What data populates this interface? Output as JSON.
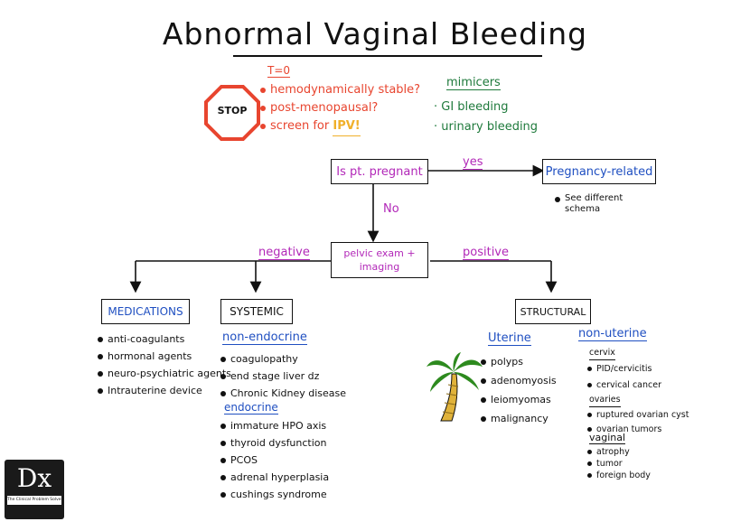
{
  "title": "Abnormal Vaginal Bleeding",
  "stop": {
    "sign_label": "STOP",
    "heading": "T=0",
    "items": [
      "hemodynamically stable?",
      "post-menopausal?",
      "screen for "
    ],
    "ipv": "IPV!"
  },
  "mimicers": {
    "heading": "mimicers",
    "items": [
      "GI bleeding",
      "urinary bleeding"
    ]
  },
  "flow": {
    "pregnant_q": "Is pt. pregnant",
    "yes_label": "yes",
    "no_label": "No",
    "pregnancy_related": "Pregnancy-related",
    "pregnancy_note": "See different schema",
    "pelvic_exam": "pelvic exam + imaging",
    "negative_label": "negative",
    "positive_label": "positive"
  },
  "medications": {
    "heading": "MEDICATIONS",
    "items": [
      "anti-coagulants",
      "hormonal agents",
      "neuro-psychiatric agents",
      "Intrauterine device"
    ]
  },
  "systemic": {
    "heading": "SYSTEMIC",
    "non_endocrine_heading": "non-endocrine",
    "non_endocrine_items": [
      "coagulopathy",
      "end stage liver dz",
      "Chronic Kidney disease"
    ],
    "endocrine_heading": "endocrine",
    "endocrine_items": [
      "immature HPO axis",
      "thyroid dysfunction",
      "PCOS",
      "adrenal hyperplasia",
      "cushings syndrome"
    ]
  },
  "structural": {
    "heading": "STRUCTURAL",
    "uterine_heading": "Uterine",
    "uterine_items": [
      "polyps",
      "adenomyosis",
      "leiomyomas",
      "malignancy"
    ],
    "non_uterine_heading": "non-uterine",
    "cervix_heading": "cervix",
    "cervix_items": [
      "PID/cervicitis",
      "cervical cancer"
    ],
    "ovaries_heading": "ovaries",
    "ovaries_items": [
      "ruptured ovarian cyst",
      "ovarian tumors"
    ],
    "vaginal_heading": "vaginal",
    "vaginal_items": [
      "atrophy",
      "tumor",
      "foreign body"
    ]
  },
  "logo": {
    "mark": "Dx",
    "caption": "The Clinical Problem Solvers"
  },
  "colors": {
    "red": "#e8452f",
    "green": "#1f7a3c",
    "blue": "#1f4fc1",
    "purple": "#b228b8",
    "palm_green": "#2d8a1e",
    "palm_trunk": "#e0b23a"
  }
}
